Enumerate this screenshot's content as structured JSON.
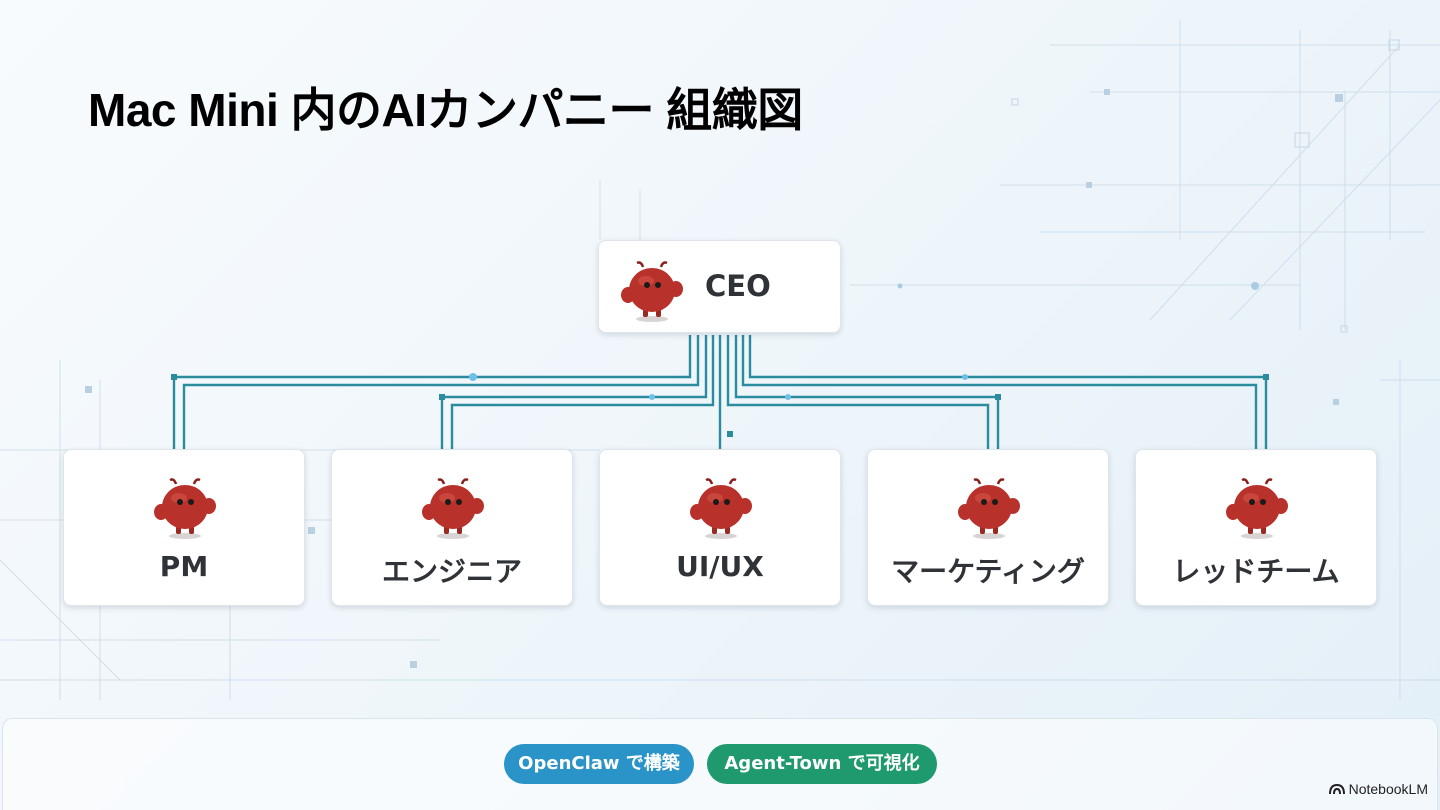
{
  "title": "Mac Mini 内のAIカンパニー 組織図",
  "colors": {
    "connector": "#2b8c9e",
    "mascot_body": "#b8322b",
    "pill_openclaw": "#2a93c8",
    "pill_agenttown": "#1f9a6e"
  },
  "org": {
    "root": {
      "label": "CEO",
      "icon": "crab-mascot-icon"
    },
    "children": [
      {
        "label": "PM",
        "icon": "crab-mascot-icon"
      },
      {
        "label": "エンジニア",
        "icon": "crab-mascot-icon"
      },
      {
        "label": "UI/UX",
        "icon": "crab-mascot-icon"
      },
      {
        "label": "マーケティング",
        "icon": "crab-mascot-icon"
      },
      {
        "label": "レッドチーム",
        "icon": "crab-mascot-icon"
      }
    ]
  },
  "footer": {
    "pills": [
      "OpenClaw で構築",
      "Agent-Town で可視化"
    ],
    "watermark": "NotebookLM"
  }
}
